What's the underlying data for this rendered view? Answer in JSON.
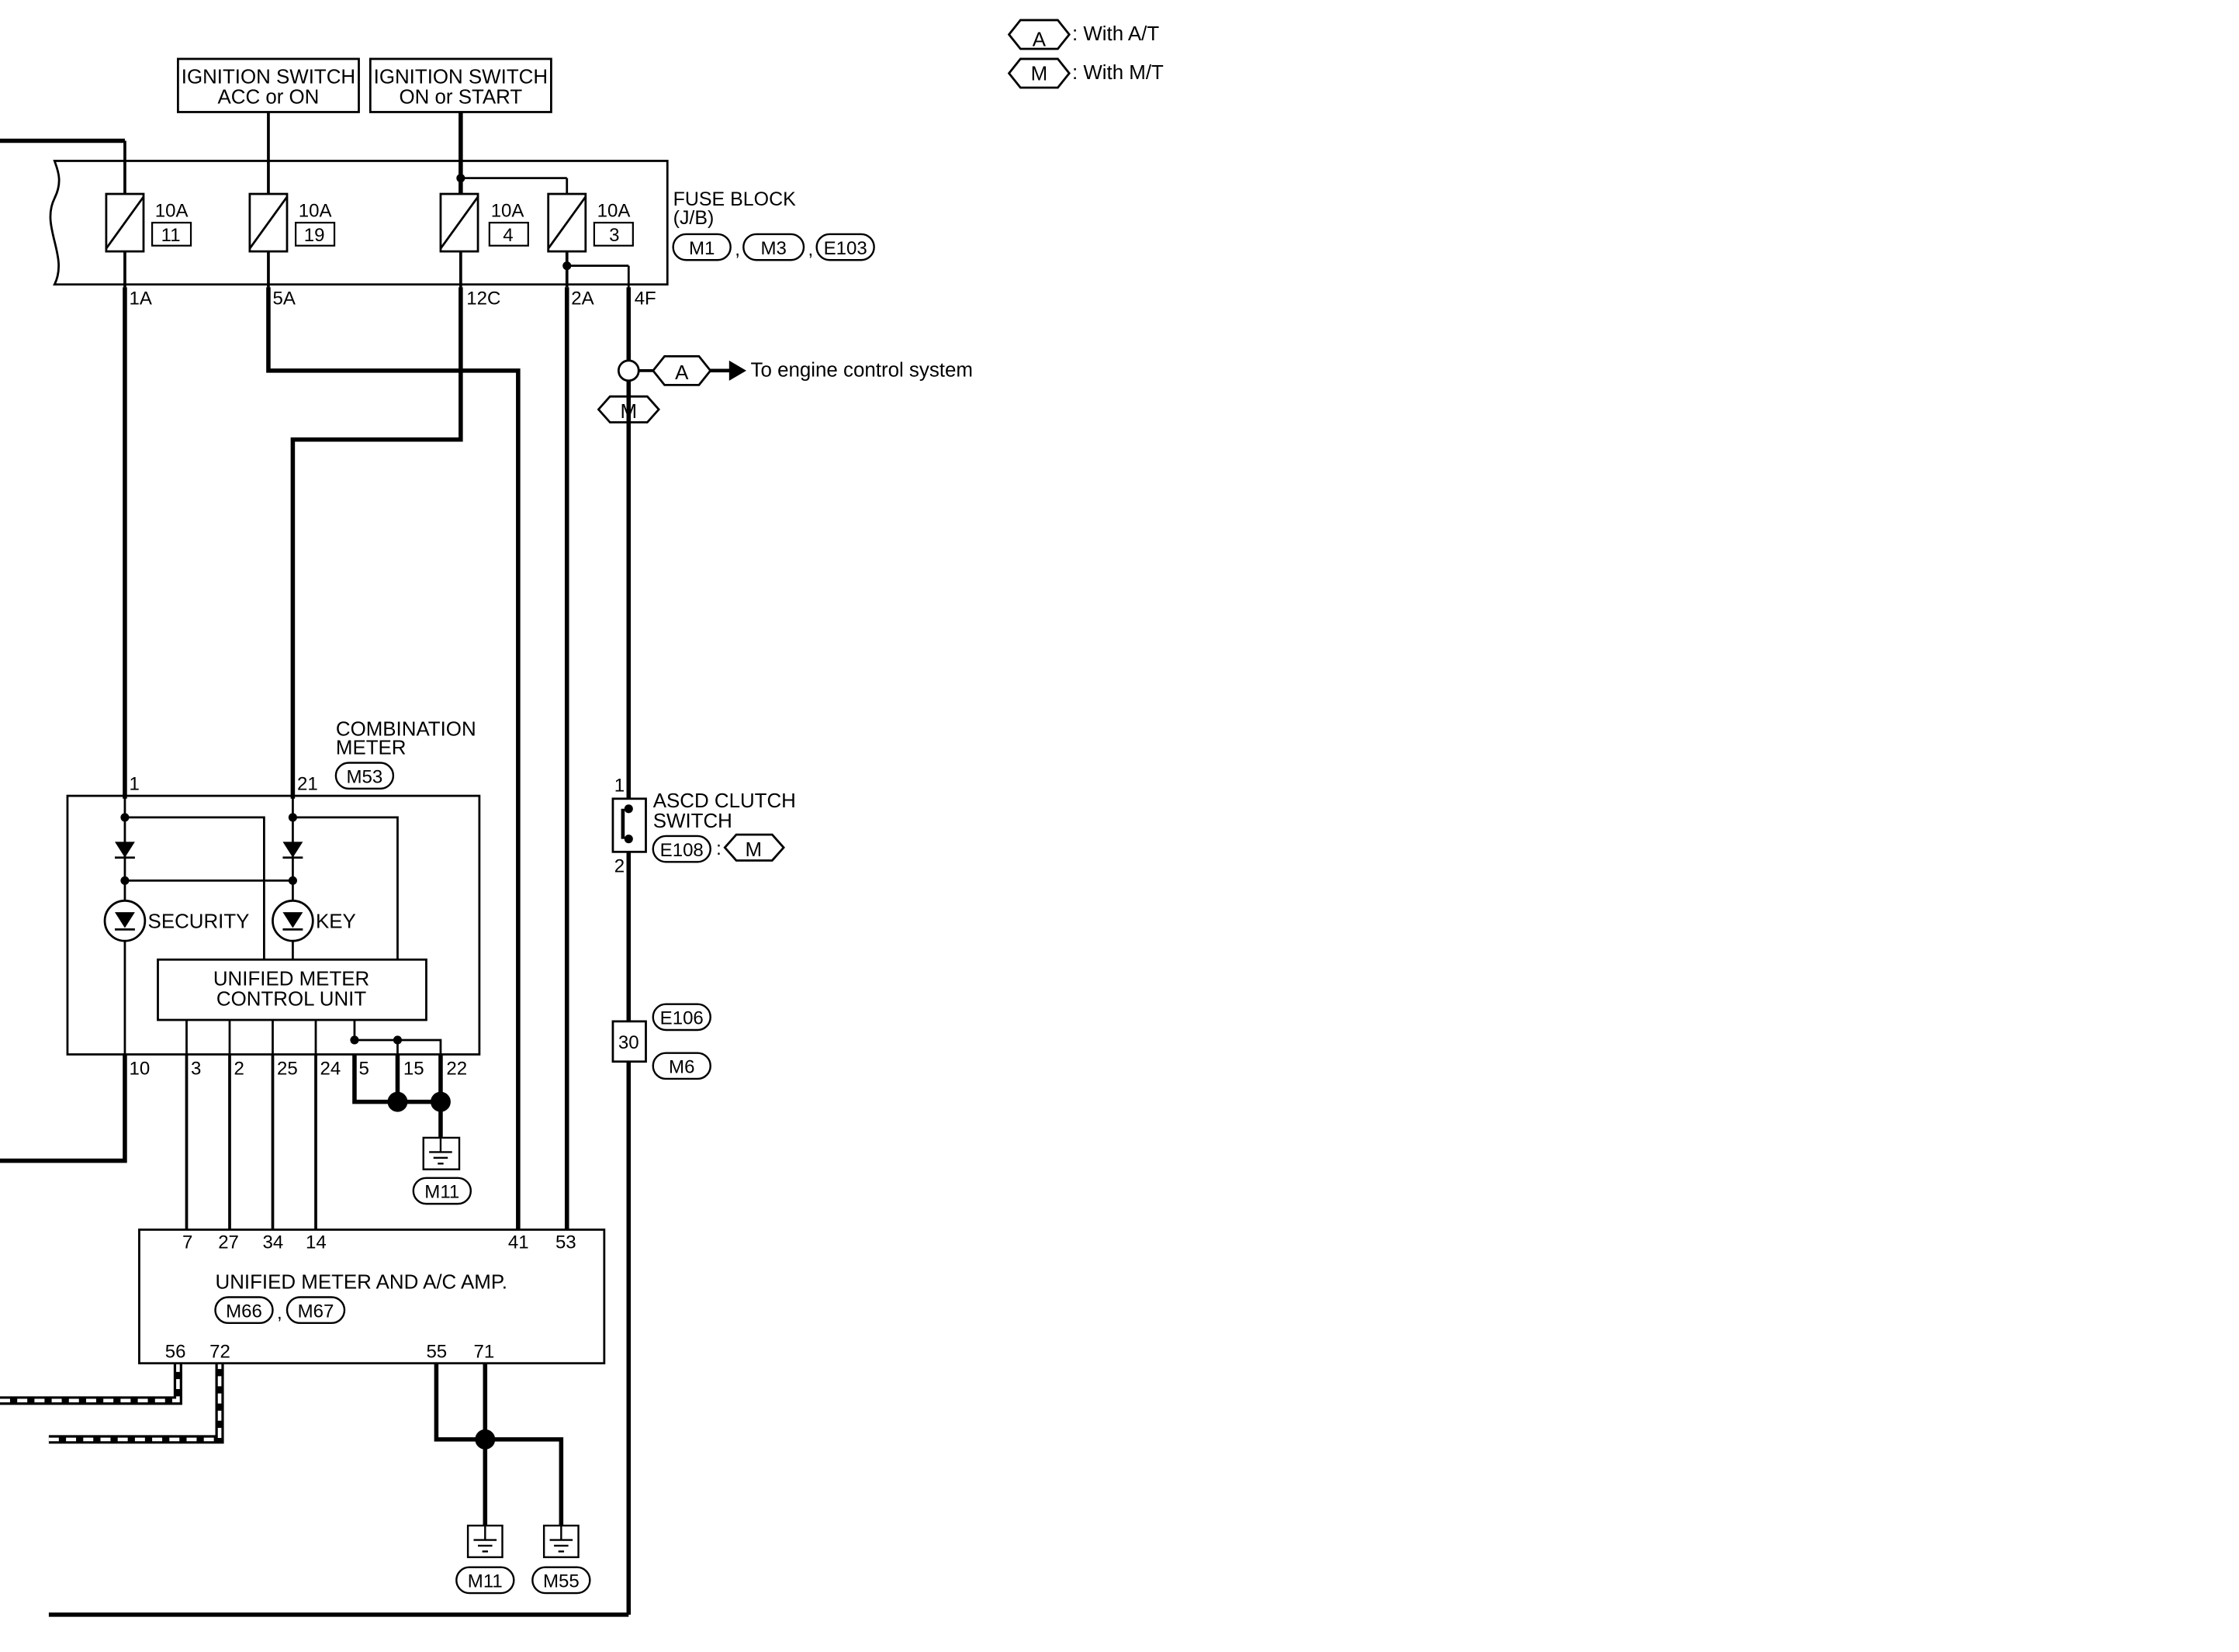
{
  "legend": {
    "items": [
      {
        "code": "A",
        "desc": ": With A/T"
      },
      {
        "code": "M",
        "desc": ": With M/T"
      }
    ]
  },
  "power_sources": {
    "ign_acc": {
      "line1": "IGNITION SWITCH",
      "line2": "ACC or ON"
    },
    "ign_start": {
      "line1": "IGNITION SWITCH",
      "line2": "ON or START"
    }
  },
  "fuse_block": {
    "title1": "FUSE BLOCK",
    "title2": "(J/B)",
    "connectors": [
      "M1",
      "M3",
      "E103"
    ],
    "separator": ",",
    "fuses": [
      {
        "amps": "10A",
        "num": "11",
        "terminal": "1A"
      },
      {
        "amps": "10A",
        "num": "19",
        "terminal": "5A"
      },
      {
        "amps": "10A",
        "num": "4",
        "terminal": "12C"
      },
      {
        "amps": "10A",
        "num": "3",
        "terminal": "2A"
      }
    ],
    "extra_terminal": "4F"
  },
  "engine_branch": {
    "code": "A",
    "label": "To engine control system",
    "code_m": "M"
  },
  "combination_meter": {
    "title1": "COMBINATION",
    "title2": "METER",
    "connector": "M53",
    "pin_in_1": "1",
    "pin_in_21": "21",
    "lamps": [
      "SECURITY",
      "KEY"
    ],
    "unit_line1": "UNIFIED METER",
    "unit_line2": "CONTROL UNIT",
    "bottom_pins": [
      "10",
      "3",
      "2",
      "25",
      "24",
      "5",
      "15",
      "22"
    ],
    "ground": "M11"
  },
  "clutch_switch": {
    "title1": "ASCD CLUTCH",
    "title2": "SWITCH",
    "connector": "E108",
    "colon": ":",
    "code": "M",
    "pin_top": "1",
    "pin_bottom": "2"
  },
  "joint_connector": {
    "pin": "30",
    "connectors": [
      "E106",
      "M6"
    ]
  },
  "ac_amp": {
    "title": "UNIFIED METER AND A/C AMP.",
    "connectors": [
      "M66",
      "M67"
    ],
    "separator": ",",
    "top_pins": [
      "7",
      "27",
      "34",
      "14",
      "41",
      "53"
    ],
    "bottom_pins": [
      "56",
      "72",
      "55",
      "71"
    ],
    "grounds": [
      "M11",
      "M55"
    ]
  }
}
